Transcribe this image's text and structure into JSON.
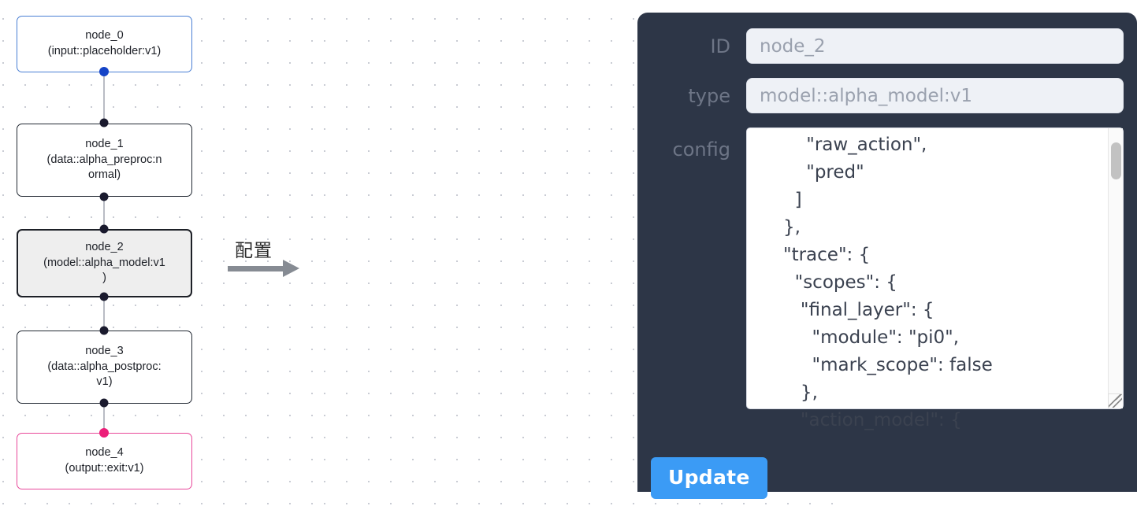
{
  "graph": {
    "nodes": [
      {
        "id": "node_0",
        "label": "node_0\n(input::placeholder:v1)",
        "accent": "blue",
        "selected": false
      },
      {
        "id": "node_1",
        "label": "node_1\n(data::alpha_preproc:n\normal)",
        "accent": "dark",
        "selected": false
      },
      {
        "id": "node_2",
        "label": "node_2\n(model::alpha_model:v1\n)",
        "accent": "dark",
        "selected": true
      },
      {
        "id": "node_3",
        "label": "node_3\n(data::alpha_postproc:\nv1)",
        "accent": "dark",
        "selected": false
      },
      {
        "id": "node_4",
        "label": "node_4\n(output::exit:v1)",
        "accent": "pink",
        "selected": false
      }
    ]
  },
  "arrow": {
    "label": "配置"
  },
  "inspector": {
    "fields": {
      "id_label": "ID",
      "id_value": "node_2",
      "type_label": "type",
      "type_value": "model::alpha_model:v1",
      "config_label": "config"
    },
    "config_text": "    \"raw_action\",\n    \"pred\"\n  ]\n},\n\"trace\": {\n  \"scopes\": {\n   \"final_layer\": {\n     \"module\": \"pi0\",\n     \"mark_scope\": false\n   },\n   \"action_model\": {",
    "update_label": "Update"
  },
  "colors": {
    "panel_bg": "#2d3647",
    "accent_blue": "#3b9bf5",
    "node_blue": "#4a7fd4",
    "node_pink": "#e8489a",
    "selected_node_fill": "#eeeeee"
  }
}
